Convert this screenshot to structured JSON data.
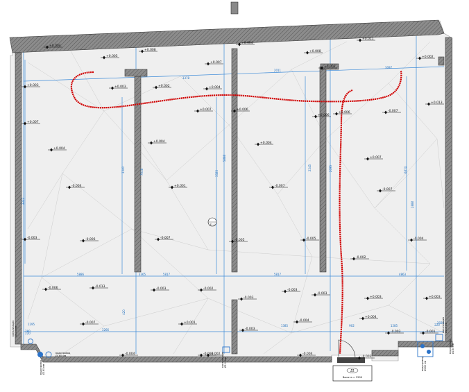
{
  "colors": {
    "wall": "#707070",
    "wall_edge": "#3a3a3a",
    "floor": "#eeeeee",
    "dimension": "#3b8ad8",
    "dimension_text": "#1e6fbf",
    "heating_pipe": "#d00000",
    "triangulation": "#b8b8b8",
    "fixture": "#2b73c9"
  },
  "room_label": "Z1.1",
  "level_marks": [
    {
      "id": "l1",
      "label": "+0.004"
    },
    {
      "id": "l2",
      "label": "+0.005"
    },
    {
      "id": "l3",
      "label": "+0.008"
    },
    {
      "id": "l4",
      "label": "+0.007"
    },
    {
      "id": "l5",
      "label": "+0.004"
    },
    {
      "id": "l6",
      "label": "+0.008"
    },
    {
      "id": "l7",
      "label": "+0.011"
    },
    {
      "id": "l8",
      "label": "+0.002"
    },
    {
      "id": "l9",
      "label": "+0.003"
    },
    {
      "id": "l10",
      "label": "+0.003"
    },
    {
      "id": "l11",
      "label": "+0.002"
    },
    {
      "id": "l12",
      "label": "+0.004"
    },
    {
      "id": "l13",
      "label": "+0.002"
    },
    {
      "id": "l14",
      "label": "+0.013"
    },
    {
      "id": "l15",
      "label": "+0.007"
    },
    {
      "id": "l16",
      "label": "+0.007"
    },
    {
      "id": "l17",
      "label": "+0.006"
    },
    {
      "id": "l18",
      "label": "+0.006"
    },
    {
      "id": "l19",
      "label": "+0.006"
    },
    {
      "id": "l20",
      "label": "-0.007"
    },
    {
      "id": "l21",
      "label": "+0.004"
    },
    {
      "id": "l22",
      "label": "+0.004"
    },
    {
      "id": "l23",
      "label": "+0.004"
    },
    {
      "id": "l24",
      "label": "+0.007"
    },
    {
      "id": "l25",
      "label": "-0.004"
    },
    {
      "id": "l26",
      "label": "+0.001"
    },
    {
      "id": "l27",
      "label": "-0.007"
    },
    {
      "id": "l28",
      "label": "-0.007"
    },
    {
      "id": "l29",
      "label": "-0.003"
    },
    {
      "id": "l30",
      "label": "-0.006"
    },
    {
      "id": "l31",
      "label": "-0.007"
    },
    {
      "id": "l32",
      "label": "-0.005"
    },
    {
      "id": "l33",
      "label": "-0.005"
    },
    {
      "id": "l34",
      "label": "-0.004"
    },
    {
      "id": "l35",
      "label": "-0.002"
    },
    {
      "id": "l36",
      "label": "-0.006"
    },
    {
      "id": "l37",
      "label": "-0.013"
    },
    {
      "id": "l38",
      "label": "-0.003"
    },
    {
      "id": "l39",
      "label": "-0.002"
    },
    {
      "id": "l40",
      "label": "-0.003"
    },
    {
      "id": "l41",
      "label": "-0.003"
    },
    {
      "id": "l42",
      "label": "+0.003"
    },
    {
      "id": "l43",
      "label": "+0.003"
    },
    {
      "id": "l44",
      "label": "-0.003"
    },
    {
      "id": "l45",
      "label": "-0.007"
    },
    {
      "id": "l46",
      "label": "+0.001"
    },
    {
      "id": "l47",
      "label": "-0.004"
    },
    {
      "id": "l48",
      "label": "+0.004"
    },
    {
      "id": "l49",
      "label": "-0.004"
    },
    {
      "id": "l50",
      "label": "-0.002"
    },
    {
      "id": "l51",
      "label": "-0.004"
    },
    {
      "id": "l52",
      "label": "-0.003"
    },
    {
      "id": "l53",
      "label": "-0.003"
    },
    {
      "id": "l54",
      "label": "-0.001"
    },
    {
      "id": "l55",
      "label": "-0.002"
    },
    {
      "id": "l56",
      "label": "-0.003"
    }
  ],
  "dimensions": [
    {
      "id": "d1",
      "label": "3378"
    },
    {
      "id": "d2",
      "label": "2011"
    },
    {
      "id": "d3",
      "label": "3097"
    },
    {
      "id": "d4",
      "label": "3322"
    },
    {
      "id": "d5",
      "label": "3340"
    },
    {
      "id": "d6",
      "label": "7018"
    },
    {
      "id": "d7",
      "label": "5888"
    },
    {
      "id": "d8",
      "label": "3325"
    },
    {
      "id": "d9",
      "label": "2245"
    },
    {
      "id": "d10",
      "label": "2095"
    },
    {
      "id": "d11",
      "label": "2888"
    },
    {
      "id": "d12",
      "label": "6874"
    },
    {
      "id": "d13",
      "label": "5886"
    },
    {
      "id": "d14",
      "label": "5817"
    },
    {
      "id": "d15",
      "label": "5817"
    },
    {
      "id": "d16",
      "label": "4863"
    },
    {
      "id": "d17",
      "label": "3266"
    },
    {
      "id": "d18",
      "label": "1385"
    },
    {
      "id": "d19",
      "label": "1285"
    },
    {
      "id": "d20",
      "label": "1295"
    },
    {
      "id": "d21",
      "label": "3365"
    },
    {
      "id": "d22",
      "label": "902"
    },
    {
      "id": "d23",
      "label": "2020"
    },
    {
      "id": "d24",
      "label": "280"
    },
    {
      "id": "d25",
      "label": "420"
    },
    {
      "id": "d26",
      "label": "220"
    },
    {
      "id": "d27",
      "label": "220"
    }
  ],
  "fixtures": [
    {
      "id": "f1",
      "name": "канализация",
      "size": "Ø110 мм"
    },
    {
      "id": "f2",
      "name": "водопровод",
      "size": "Ø160 мм"
    },
    {
      "id": "f3",
      "name": "водопровод",
      "size": "Ø160 мм"
    },
    {
      "id": "f4",
      "name": "канализация",
      "size": "Ø110 мм"
    },
    {
      "id": "f5",
      "name": "водопровод",
      "size": "Ø160 мм"
    },
    {
      "id": "f6",
      "name": "канализация",
      "size": "Ø110 мм"
    },
    {
      "id": "f7",
      "name": "водопровод",
      "size": "Ø160 мм"
    }
  ],
  "door": {
    "label": "Д1",
    "note": "Высота = 2200"
  }
}
